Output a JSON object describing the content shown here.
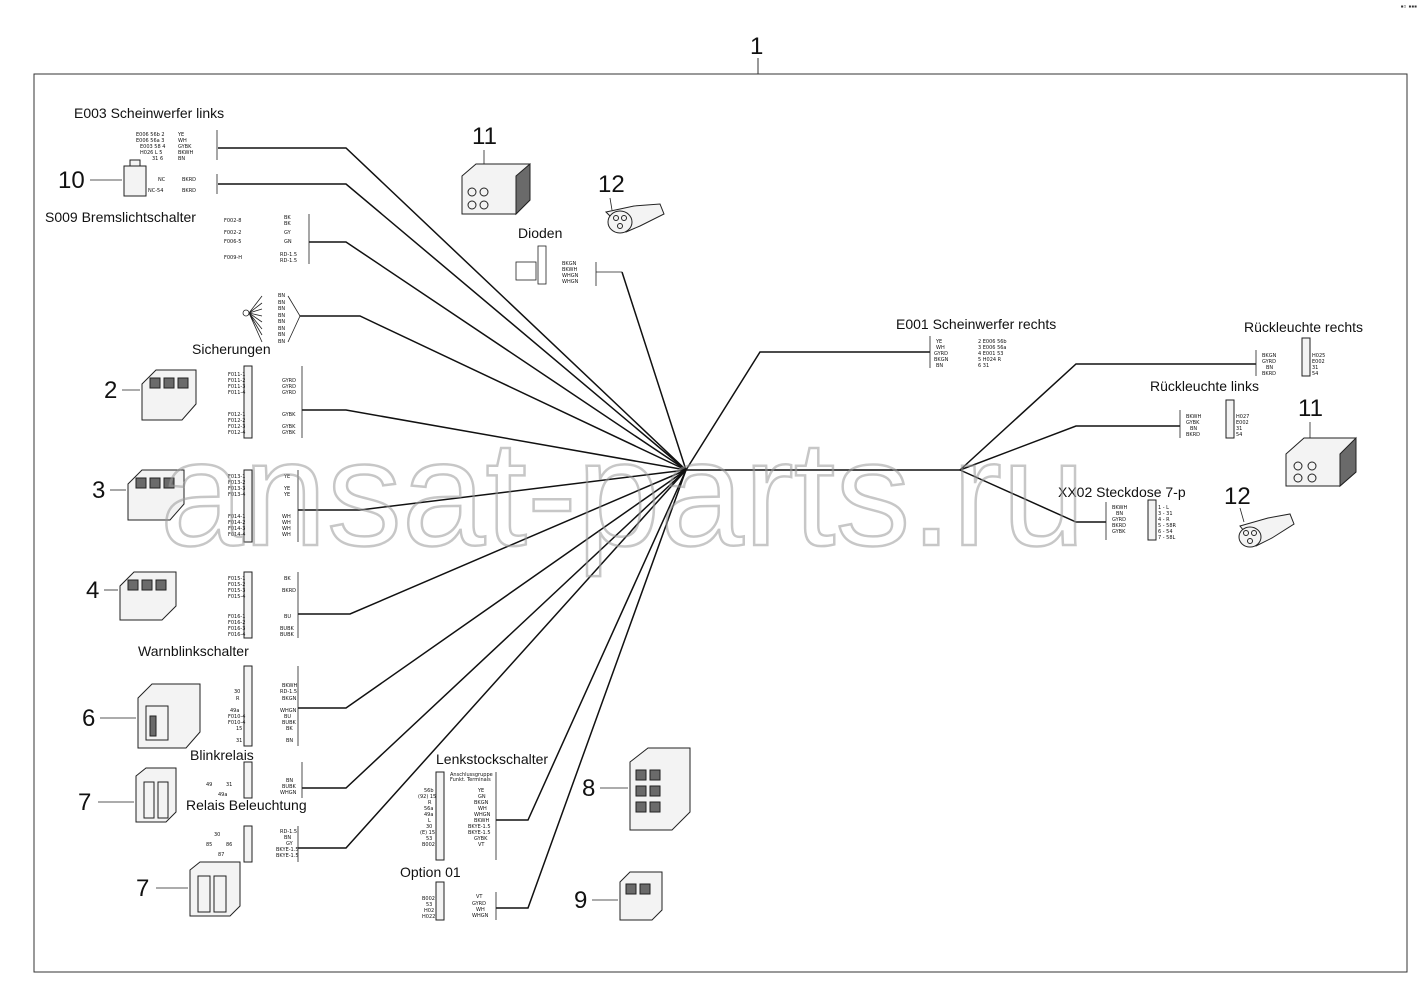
{
  "corner_mark": "▪▫ ▪▪▪",
  "assembly_number": "1",
  "watermark": "ansat-parts.ru",
  "labels": {
    "e003": "E003 Scheinwerfer links",
    "s009": "S009 Bremslichtschalter",
    "dioden": "Dioden",
    "sicherungen": "Sicherungen",
    "e001": "E001 Scheinwerfer rechts",
    "rueck_rechts": "Rückleuchte rechts",
    "rueck_links": "Rückleuchte links",
    "xx02": "XX02 Steckdose 7-p",
    "warnblink": "Warnblinkschalter",
    "blinkrelais": "Blinkrelais",
    "relais_bel": "Relais Beleuchtung",
    "lenkstock": "Lenkstockschalter",
    "option": "Option 01"
  },
  "part_numbers": {
    "p10": "10",
    "p11a": "11",
    "p12a": "12",
    "p2": "2",
    "p3": "3",
    "p4": "4",
    "p6": "6",
    "p7a": "7",
    "p7b": "7",
    "p8": "8",
    "p9": "9",
    "p11b": "11",
    "p12b": "12"
  },
  "pin_tables": {
    "e003": [
      "E006 56b 2",
      "E006 56a 3",
      "E003 58 4",
      "H026 L 5",
      "31 6"
    ],
    "e003_wires": [
      "YE",
      "WH",
      "GYBK",
      "BKWH",
      "BN"
    ],
    "s009": [
      "NC",
      "NC-54"
    ],
    "s009_wires": [
      "BKRD",
      "BKRD"
    ],
    "f_block": [
      "F002-8",
      "F002-2",
      "F006-5",
      "F009-H"
    ],
    "f_block_wires": [
      "BK",
      "BK",
      "GY",
      "GN",
      "RD-1.5",
      "RD-1.5"
    ],
    "dioden_wires": [
      "BKGN",
      "BKWH",
      "WHGN",
      "WHGN"
    ],
    "ground_wires": [
      "BN",
      "BN",
      "BN",
      "BN",
      "BN",
      "BN",
      "BN",
      "BN"
    ],
    "sich1_pins": [
      "F011-1",
      "F011-2",
      "F011-3",
      "F011-4",
      "F012-1",
      "F012-2",
      "F012-3",
      "F012-4"
    ],
    "sich1_wires": [
      "GYRD",
      "GYRD",
      "GYRD",
      "GYBK",
      "GYBK",
      "GYBK"
    ],
    "sich2_pins": [
      "F013-1",
      "F013-2",
      "F013-3",
      "F013-4",
      "F014-1",
      "F014-2",
      "F014-3",
      "F014-4"
    ],
    "sich2_wires": [
      "YE",
      "YE",
      "YE",
      "WH",
      "WH",
      "WH",
      "WH"
    ],
    "sich3_pins": [
      "F015-1",
      "F015-2",
      "F015-3",
      "F015-4",
      "F016-1",
      "F016-2",
      "F016-3",
      "F016-4"
    ],
    "sich3_wires": [
      "BK",
      "BKRD",
      "BU",
      "BUBK",
      "BUBK"
    ],
    "warn_pins": [
      "30",
      "R",
      "49a",
      "F010-4",
      "F010-4",
      "15",
      "31"
    ],
    "warn_wires": [
      "BKWH",
      "RD-1.5",
      "BKGN",
      "WHGN",
      "BU",
      "BUBK",
      "BK",
      "BN"
    ],
    "blink_pins": [
      "49",
      "31",
      "49a"
    ],
    "blink_wires": [
      "BN",
      "BUBK",
      "WHGN"
    ],
    "relais_pins": [
      "30",
      "85",
      "86",
      "87"
    ],
    "relais_wires": [
      "RD-1.5",
      "BN",
      "GY",
      "BKYE-1.5",
      "BKYE-1.5"
    ],
    "lenk_head": [
      "Anschlussgruppe",
      "Funkt. Terminals"
    ],
    "lenk_pins": [
      "56b",
      "(92) 15",
      "R",
      "56a",
      "49a",
      "L",
      "30",
      "(E) 15",
      "53",
      "B002"
    ],
    "lenk_wires": [
      "YE",
      "GN",
      "BKGN",
      "WH",
      "WHGN",
      "BKWH",
      "BKYE-1.5",
      "BKYE-1.5",
      "GYBK",
      "VT"
    ],
    "option_pins": [
      "B002",
      "53",
      "H02",
      "H022"
    ],
    "option_wires": [
      "VT",
      "GYRD",
      "WH",
      "WHGN"
    ],
    "e001_wires": [
      "YE",
      "WH",
      "GYRD",
      "BKGN",
      "BN"
    ],
    "e001_pins": [
      "2 E006 56b",
      "3 E006 56a",
      "4 E001 53",
      "5 H024 R",
      "6 31"
    ],
    "rr_wires": [
      "BKGN",
      "GYRD",
      "BN",
      "BKRD"
    ],
    "rr_pins": [
      "H025",
      "E002",
      "31",
      "54"
    ],
    "rl_wires": [
      "BKWH",
      "GYBK",
      "BN",
      "BKRD"
    ],
    "rl_pins": [
      "H027",
      "E002",
      "31",
      "54"
    ],
    "xx_wires": [
      "BKWH",
      "BN",
      "GYRD",
      "BKRD",
      "GYBK"
    ],
    "xx_pins": [
      "1 - L",
      "3 - 31",
      "4 - R",
      "5 - 58R",
      "6 - 54",
      "7 - 58L"
    ]
  }
}
